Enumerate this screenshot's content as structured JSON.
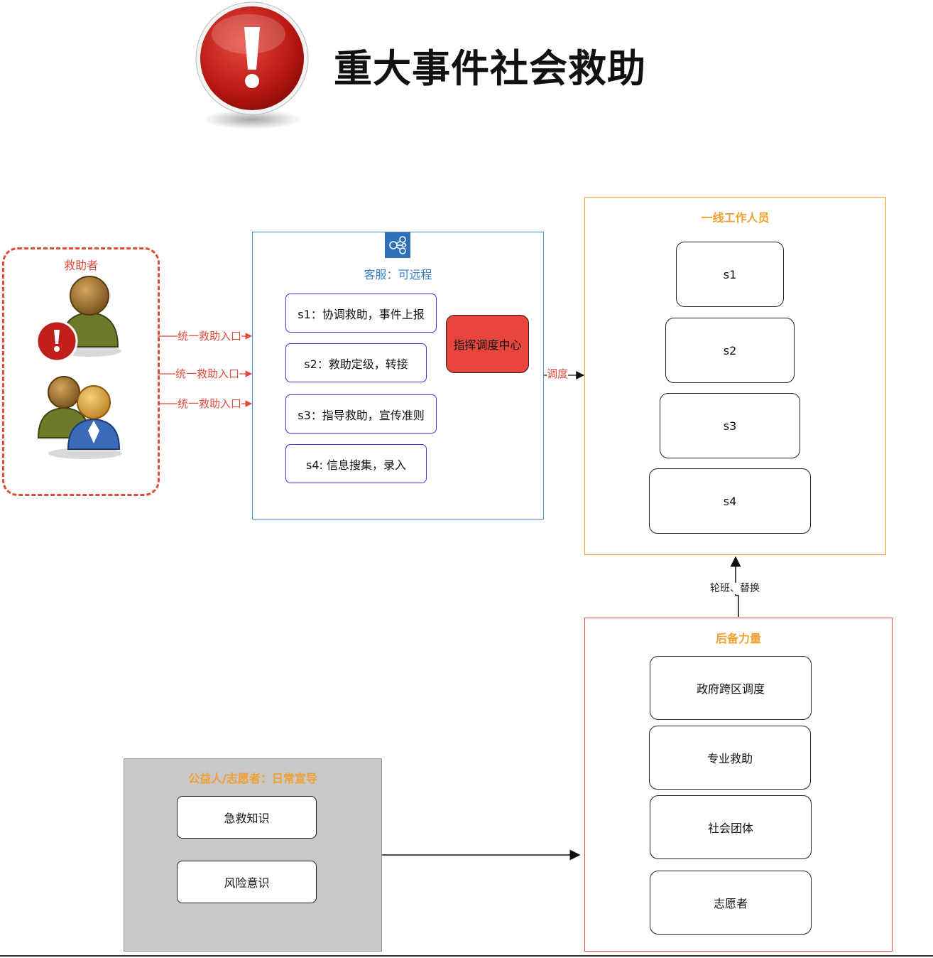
{
  "header": {
    "title": "重大事件社会救助",
    "warning_glyph": "!",
    "warning_color": "#c0201a"
  },
  "seekers": {
    "label": "救助者",
    "border_color": "#e04b3a",
    "badge_glyph": "!"
  },
  "entry_labels": [
    "统一救助入口",
    "统一救助入口",
    "统一救助入口"
  ],
  "service": {
    "label": "客服：可远程",
    "border_color": "#4a90d9",
    "icon": "share-network-icon",
    "steps": [
      "s1：协调救助，事件上报",
      "s2：救助定级，转接",
      "s3：指导救助，宣传准则",
      "s4: 信息搜集，录入"
    ],
    "command_center": "指挥调度中心",
    "command_center_color": "#e8453c"
  },
  "dispatch_label": "调度",
  "frontline": {
    "label": "一线工作人员",
    "border_color": "#f0a030",
    "items": [
      "s1",
      "s2",
      "s3",
      "s4"
    ]
  },
  "rotation_label": "轮班、替换",
  "reserve": {
    "label": "后备力量",
    "border_color": "#e04b3a",
    "items": [
      "政府跨区调度",
      "专业救助",
      "社会团体",
      "志愿者"
    ]
  },
  "volunteers": {
    "label": "公益人/志愿者：日常宣导",
    "label_color": "#f0a030",
    "background": "#c8c8c8",
    "items": [
      "急救知识",
      "风险意识"
    ]
  }
}
